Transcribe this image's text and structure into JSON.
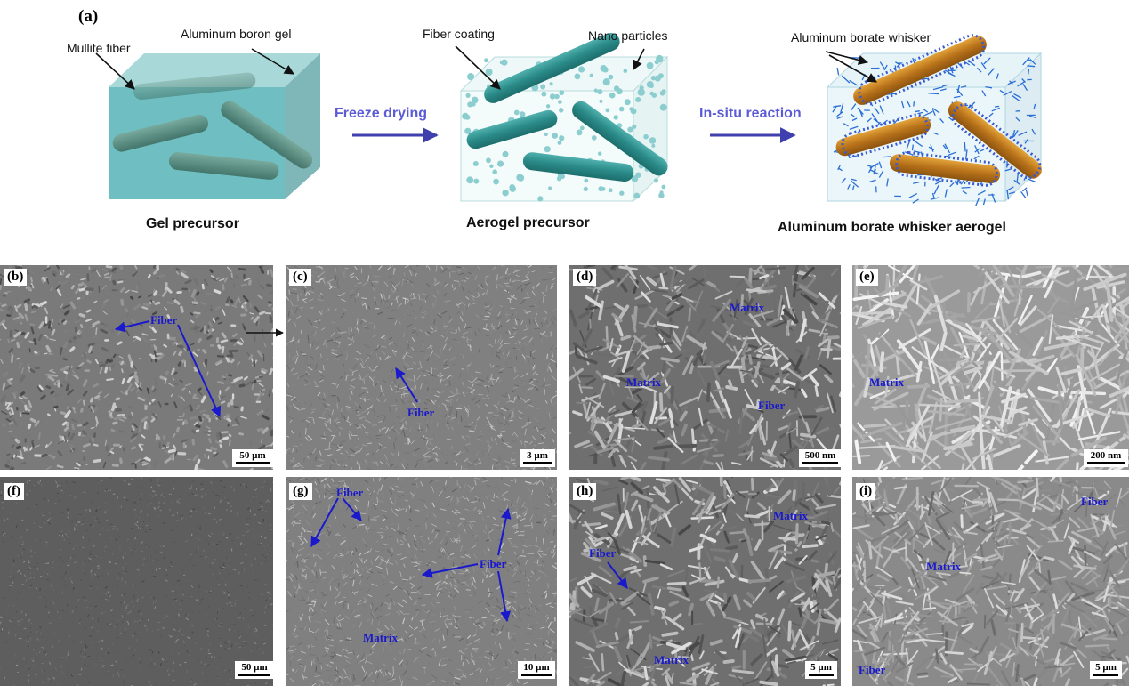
{
  "schematic": {
    "label": "(a)",
    "callouts": {
      "mullite": "Mullite fiber",
      "gel": "Aluminum boron gel",
      "coating": "Fiber coating",
      "nano": "Nano particles",
      "whisker": "Aluminum borate whisker"
    },
    "steps": {
      "freeze": "Freeze drying",
      "insitu": "In-situ reaction"
    },
    "captions": {
      "gel": "Gel precursor",
      "aerogel": "Aerogel precursor",
      "final": "Aluminum borate whisker aerogel"
    },
    "colors": {
      "gel_cube": "#6fbfc2",
      "fiber_teal": "#2f8f8f",
      "whisker_blue": "#2a6fd6",
      "rod_orange": "#c7861c",
      "arrow": "#3f3fae"
    }
  },
  "panels": [
    {
      "id": "b",
      "label": "(b)",
      "scale": "50 µm",
      "labels": [
        {
          "text": "Fiber"
        }
      ]
    },
    {
      "id": "c",
      "label": "(c)",
      "scale": "3 µm",
      "labels": [
        {
          "text": "Fiber"
        }
      ]
    },
    {
      "id": "d",
      "label": "(d)",
      "scale": "500 nm",
      "labels": [
        {
          "text": "Matrix"
        },
        {
          "text": "Matrix"
        },
        {
          "text": "Fiber"
        }
      ]
    },
    {
      "id": "e",
      "label": "(e)",
      "scale": "200 nm",
      "labels": [
        {
          "text": "Matrix"
        }
      ]
    },
    {
      "id": "f",
      "label": "(f)",
      "scale": "50 µm",
      "labels": []
    },
    {
      "id": "g",
      "label": "(g)",
      "scale": "10 µm",
      "labels": [
        {
          "text": "Fiber"
        },
        {
          "text": "Fiber"
        },
        {
          "text": "Matrix"
        }
      ]
    },
    {
      "id": "h",
      "label": "(h)",
      "scale": "5 µm",
      "labels": [
        {
          "text": "Matrix"
        },
        {
          "text": "Fiber"
        },
        {
          "text": "Matrix"
        }
      ]
    },
    {
      "id": "i",
      "label": "(i)",
      "scale": "5 µm",
      "labels": [
        {
          "text": "Fiber"
        },
        {
          "text": "Matrix"
        },
        {
          "text": "Fiber"
        }
      ]
    }
  ]
}
